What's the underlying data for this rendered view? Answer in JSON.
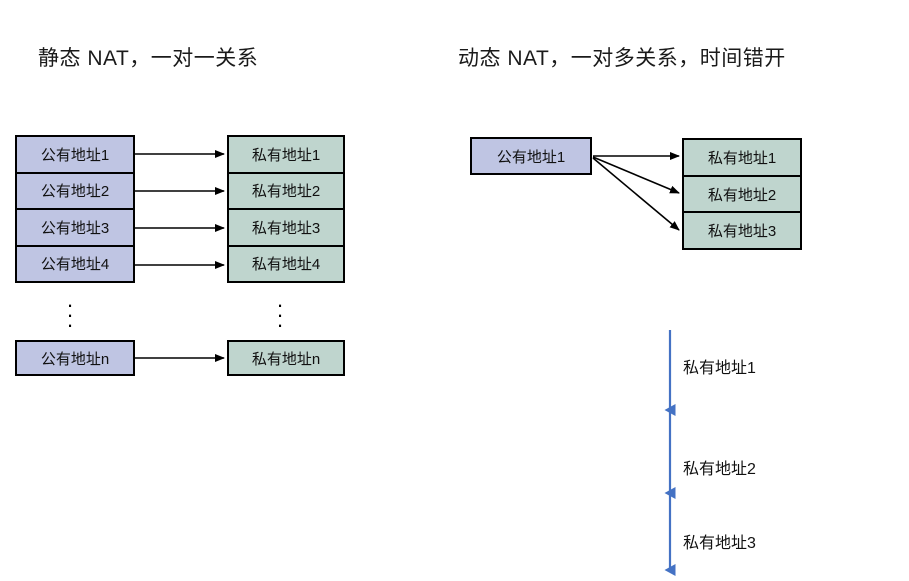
{
  "figure": {
    "type": "diagram",
    "subject": "NAT address mapping"
  },
  "panels": {
    "static": {
      "title": "静态 NAT，一对一关系",
      "source_label": "公有地址",
      "target_label": "私有地址",
      "source_rows": [
        "公有地址1",
        "公有地址2",
        "公有地址3",
        "公有地址4"
      ],
      "target_rows": [
        "私有地址1",
        "私有地址2",
        "私有地址3",
        "私有地址4"
      ],
      "continuation_symbol": "⋮",
      "source_last": "公有地址n",
      "target_last": "私有地址n",
      "mapping": "one-to-one",
      "arrow_count": 5
    },
    "dynamic": {
      "title": "动态 NAT，一对多关系，时间错开",
      "source_box": "公有地址1",
      "target_rows": [
        "私有地址1",
        "私有地址2",
        "私有地址3"
      ],
      "mapping": "one-to-many",
      "arrow_count": 3,
      "timeline": {
        "labels": [
          "私有地址1",
          "私有地址2",
          "私有地址3"
        ],
        "segment_count": 3,
        "direction": "downward"
      }
    }
  },
  "colors": {
    "public_fill": "#bfc5e3",
    "private_fill": "#bfd5ce",
    "box_stroke": "#000000",
    "arrow": "#000000",
    "timeline_arrow": "#4472c4",
    "text": "#111111",
    "background": "#ffffff"
  }
}
